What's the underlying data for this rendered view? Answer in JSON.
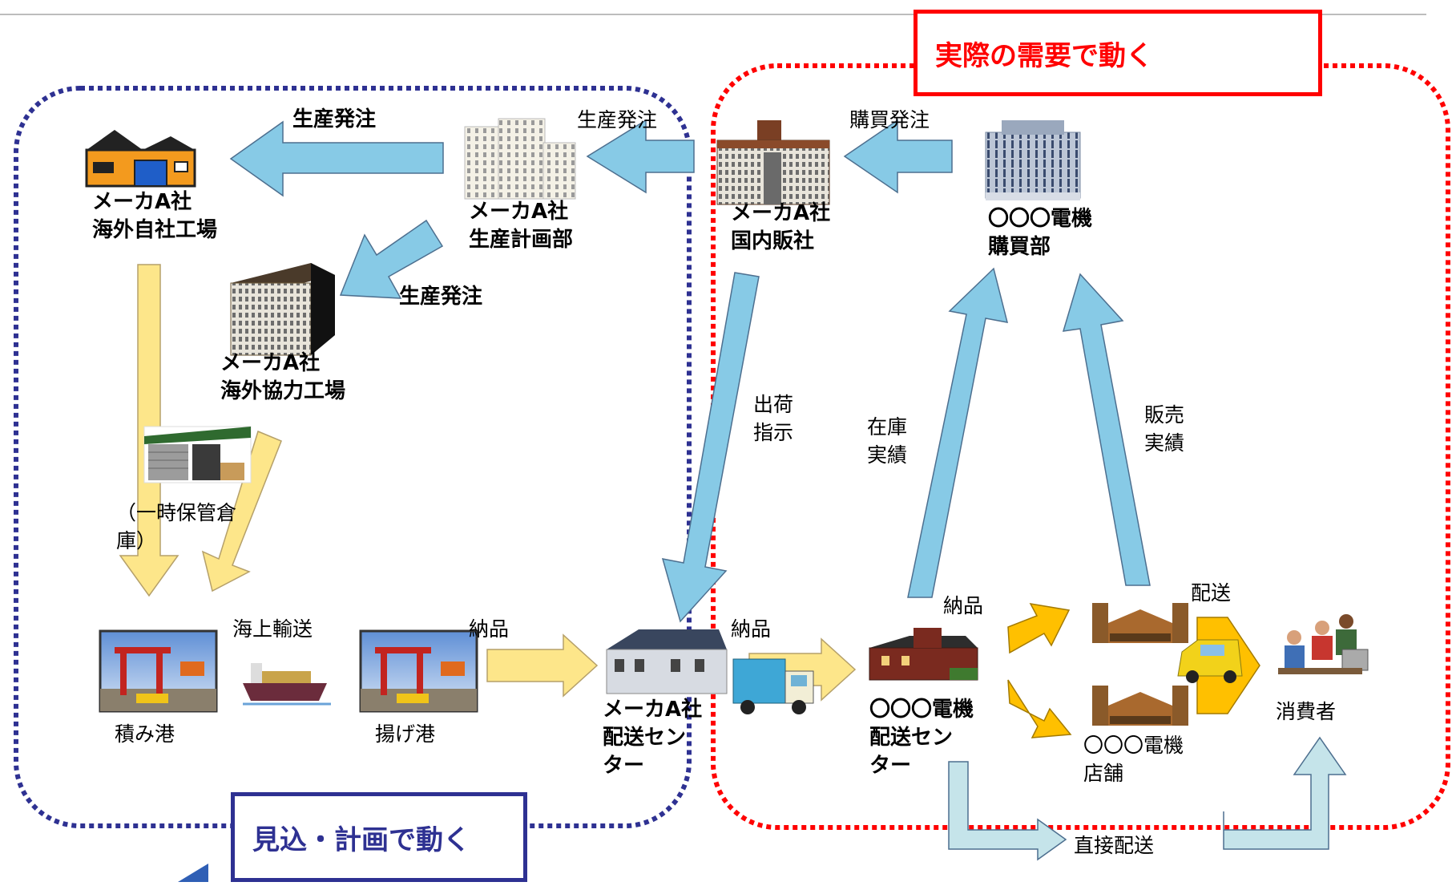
{
  "banners": {
    "demand": "実際の需要で動く",
    "plan": "見込・計画で動く"
  },
  "nodes": {
    "overseas_factory": [
      "メーカA社",
      "海外自社工場"
    ],
    "planning_dept": [
      "メーカA社",
      "生産計画部"
    ],
    "partner_factory": [
      "メーカA社",
      "海外協力工場"
    ],
    "domestic_sales": [
      "メーカA社",
      "国内販社"
    ],
    "purchasing_dept": [
      "〇〇〇電機",
      "購買部"
    ],
    "temp_warehouse": "（一時保管倉庫）",
    "loading_port": "積み港",
    "unloading_port": "揚げ港",
    "maker_dc": [
      "メーカA社",
      "配送セン",
      "ター"
    ],
    "retailer_dc": [
      "〇〇〇電機",
      "配送セン",
      "ター"
    ],
    "store": [
      "〇〇〇電機",
      "店舗"
    ],
    "consumer": "消費者"
  },
  "flows": {
    "prod_order_1": "生産発注",
    "prod_order_2": "生産発注",
    "prod_order_3": "生産発注",
    "purchase_order": "購買発注",
    "ship_instruction": [
      "出荷",
      "指示"
    ],
    "inventory_record": [
      "在庫",
      "実績"
    ],
    "sales_record": [
      "販売",
      "実績"
    ],
    "sea_transport": "海上輸送",
    "delivery_1": "納品",
    "delivery_2": "納品",
    "delivery_3": "納品",
    "distribution": "配送",
    "direct_delivery": "直接配送"
  },
  "colors": {
    "plan_border": "#2e3192",
    "demand_border": "#ff0000",
    "blue_arrow": "#87cae6",
    "yellow_arrow": "#fde68a",
    "gold_arrow": "#ffc000",
    "pale_arrow": "#c5e4ea"
  },
  "icons": [
    "factory-icon",
    "office-building-icon",
    "tall-building-icon",
    "warehouse-icon",
    "port-crane-icon",
    "cargo-ship-icon",
    "house-icon",
    "truck-icon",
    "store-icon",
    "van-icon",
    "people-computer-icon"
  ]
}
